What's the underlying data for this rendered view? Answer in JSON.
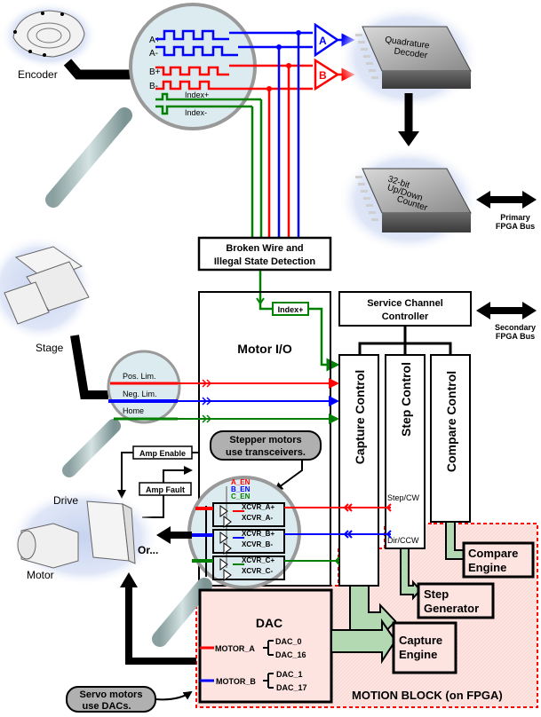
{
  "labels": {
    "encoder": "Encoder",
    "stage": "Stage",
    "drive": "Drive",
    "motor": "Motor",
    "or": "Or..."
  },
  "encoder_signals": {
    "a_plus": "A+",
    "a_minus": "A-",
    "b_plus": "B+",
    "b_minus": "B-",
    "index_plus": "Index+",
    "index_minus": "Index-"
  },
  "buffers": {
    "a": "A",
    "b": "B"
  },
  "chips": {
    "decoder": [
      "Quadrature",
      "Decoder"
    ],
    "counter": [
      "32-bit",
      "Up/Down",
      "Counter"
    ]
  },
  "buses": {
    "primary": [
      "Primary",
      "FPGA Bus"
    ],
    "secondary": [
      "Secondary",
      "FPGA Bus"
    ]
  },
  "broken_wire": [
    "Broken Wire and",
    "Illegal State Detection"
  ],
  "index_tag": "Index+",
  "service_channel": [
    "Service Channel",
    "Controller"
  ],
  "motor_io": "Motor I/O",
  "controls": {
    "capture": "Capture Control",
    "step": "Step Control",
    "compare": "Compare Control"
  },
  "limit_signals": {
    "pos": "Pos. Lim.",
    "neg": "Neg. Lim.",
    "home": "Home"
  },
  "amp": {
    "enable": "Amp Enable",
    "fault": "Amp Fault"
  },
  "callouts": {
    "stepper": [
      "Stepper motors",
      "use transceivers."
    ],
    "servo": [
      "Servo motors",
      "use DACs."
    ]
  },
  "transceivers": {
    "enables": [
      "A_EN",
      "B_EN",
      "C_EN"
    ],
    "channels": [
      "XCVR_A+",
      "XCVR_A-",
      "XCVR_B+",
      "XCVR_B-",
      "XCVR_C+",
      "XCVR_C-"
    ]
  },
  "step_signals": {
    "step": "Step/CW",
    "dir": "Dir/CCW"
  },
  "dac": {
    "title": "DAC",
    "motor_a": "MOTOR_A",
    "motor_b": "MOTOR_B",
    "a_channels": [
      "DAC_0",
      "DAC_16"
    ],
    "b_channels": [
      "DAC_1",
      "DAC_17"
    ]
  },
  "engines": {
    "compare": [
      "Compare",
      "Engine"
    ],
    "step": [
      "Step",
      "Generator"
    ],
    "capture": [
      "Capture",
      "Engine"
    ]
  },
  "motion_block": "MOTION BLOCK (on FPGA)",
  "colors": {
    "red": "#ff0000",
    "blue": "#0000ff",
    "green": "#008000",
    "engine_fill": "#b3d9b3",
    "motion_fill": "#ffe4e1",
    "callout_fill": "#b0b0b0",
    "lens_fill": "#dcebef"
  }
}
